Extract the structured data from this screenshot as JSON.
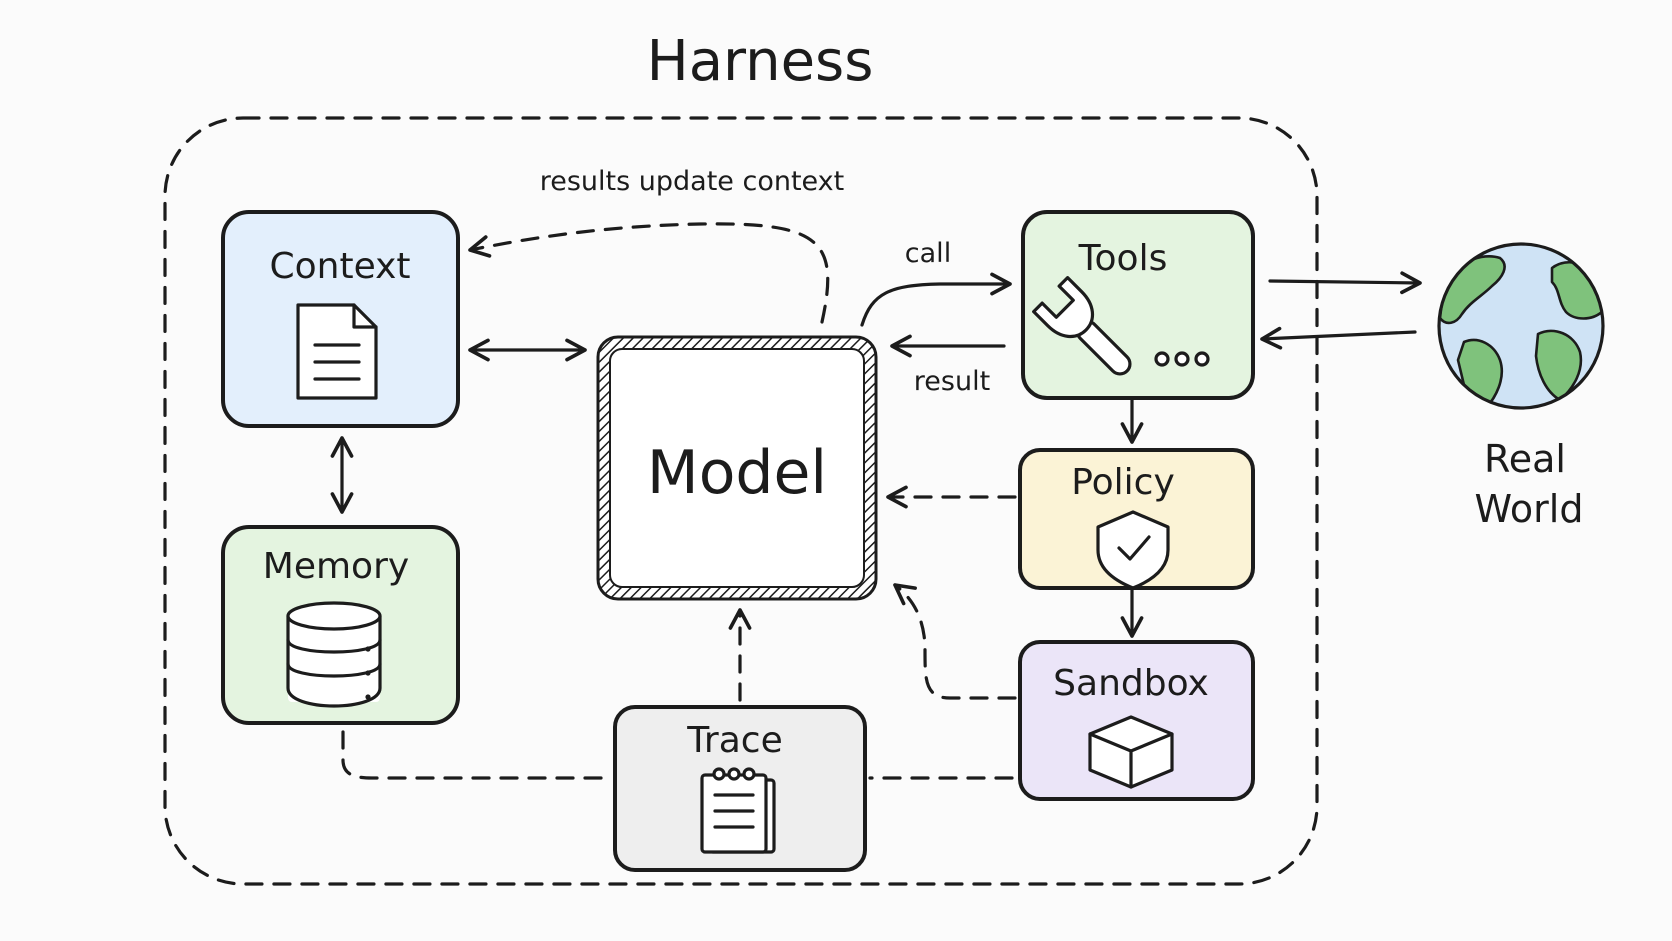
{
  "title": "Harness",
  "nodes": {
    "context": "Context",
    "memory": "Memory",
    "model": "Model",
    "tools": "Tools",
    "policy": "Policy",
    "sandbox": "Sandbox",
    "trace": "Trace",
    "real_world_line1": "Real",
    "real_world_line2": "World"
  },
  "edges": {
    "results_update_context": "results update context",
    "call": "call",
    "result": "result"
  },
  "colors": {
    "context": "#e3effc",
    "memory": "#e4f4e0",
    "tools": "#e4f4e0",
    "policy": "#fbf3d6",
    "sandbox": "#ebe5f8",
    "trace": "#eeeeee",
    "model": "#ffffff",
    "ocean": "#cfe3f5",
    "land": "#7fc27c"
  },
  "icons": [
    "document-icon",
    "database-icon",
    "wrench-icon",
    "ellipsis-icon",
    "shield-check-icon",
    "cube-icon",
    "notepad-icon",
    "globe-icon"
  ]
}
